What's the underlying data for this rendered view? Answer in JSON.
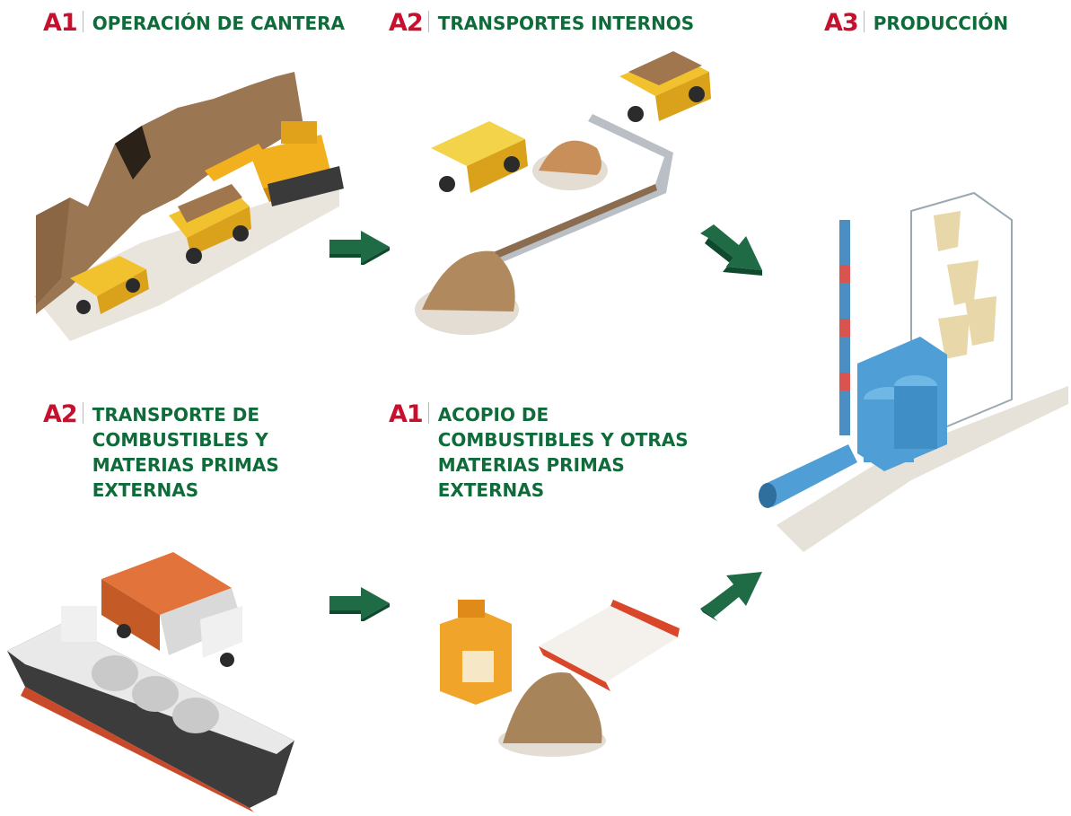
{
  "stages": {
    "quarry": {
      "code": "A1",
      "title": "OPERACIÓN DE CANTERA"
    },
    "internal_transport": {
      "code": "A2",
      "title": "TRANSPORTES INTERNOS"
    },
    "production": {
      "code": "A3",
      "title": "PRODUCCIÓN"
    },
    "external_transport": {
      "code": "A2",
      "title": "TRANSPORTE DE\nCOMBUSTIBLES Y\nMATERIAS PRIMAS\nEXTERNAS"
    },
    "storage": {
      "code": "A1",
      "title": "ACOPIO DE\nCOMBUSTIBLES Y OTRAS\nMATERIAS PRIMAS\nEXTERNAS"
    }
  },
  "colors": {
    "code": "#c8102e",
    "title": "#0f6b3a",
    "arrow": "#1e6b46",
    "truck": "#f2c12e",
    "rock": "#a0764e"
  }
}
